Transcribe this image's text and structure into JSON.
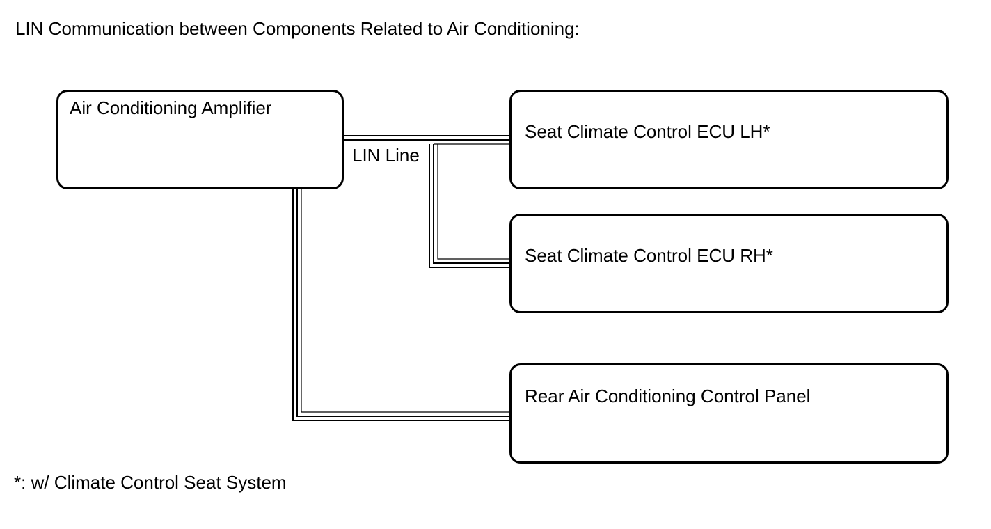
{
  "title": "LIN Communication between Components Related to Air Conditioning:",
  "line_label": "LIN Line",
  "components": {
    "amplifier": "Air Conditioning Amplifier",
    "seat_lh": "Seat Climate Control ECU LH*",
    "seat_rh": "Seat Climate Control ECU RH*",
    "rear_panel": "Rear Air Conditioning Control Panel"
  },
  "footnote": "*: w/ Climate Control Seat System"
}
